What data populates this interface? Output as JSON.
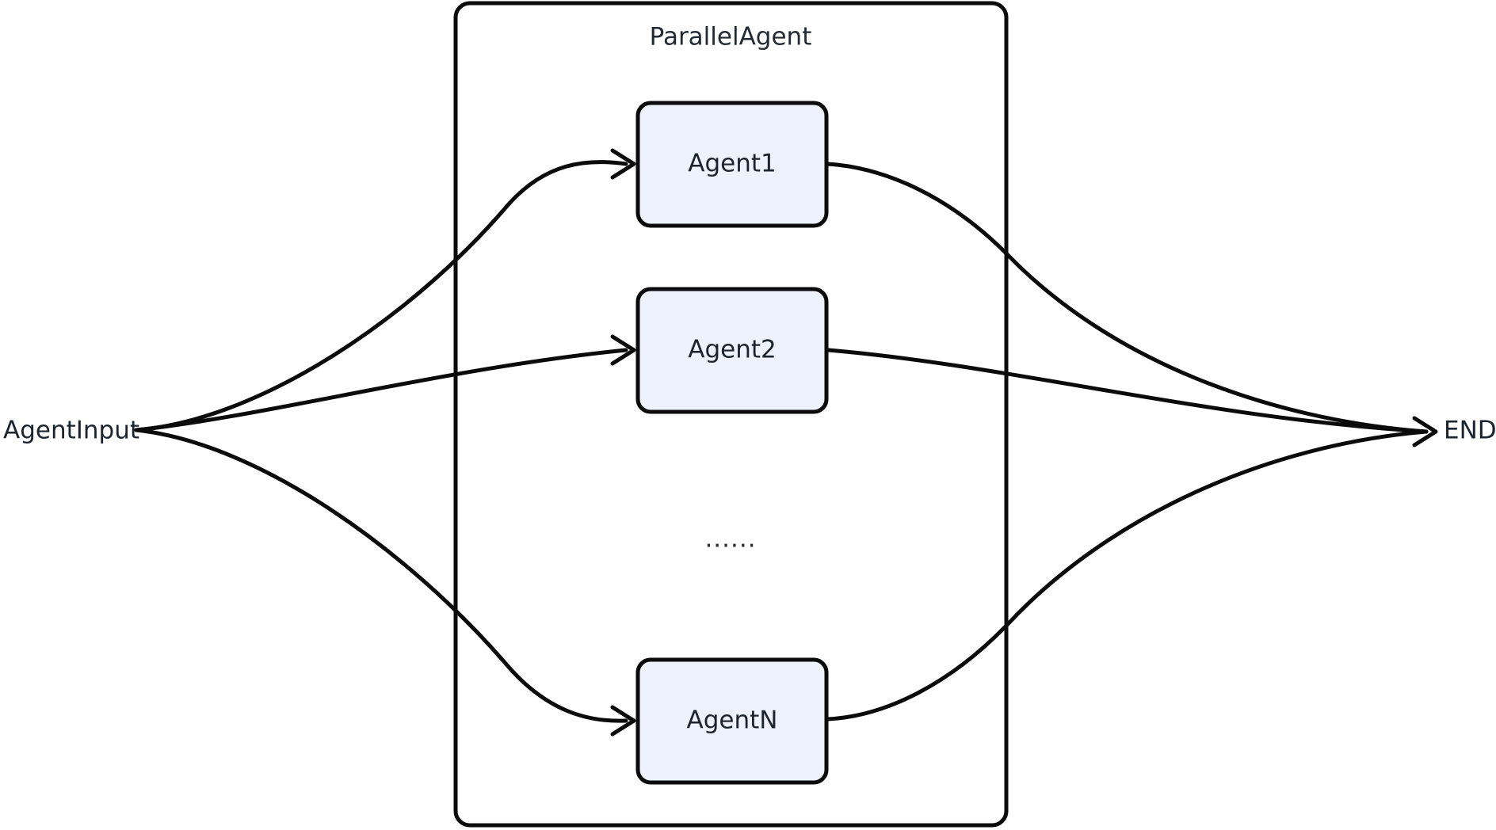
{
  "diagram": {
    "type": "flow-diagram",
    "title": "ParallelAgent",
    "background_color": "#ffffff",
    "stroke_color": "#0b0b0b",
    "node_fill_color": "#eef2fc",
    "text_color": "#1c2430",
    "container": {
      "label": "ParallelAgent",
      "shape": "rounded-rectangle"
    },
    "terminals": {
      "input_label": "AgentInput",
      "end_label": "END"
    },
    "ellipsis": "......",
    "agents": [
      {
        "label": "Agent1"
      },
      {
        "label": "Agent2"
      },
      {
        "label": "AgentN"
      }
    ],
    "edges": [
      {
        "from": "AgentInput",
        "to": "Agent1",
        "arrow": true
      },
      {
        "from": "AgentInput",
        "to": "Agent2",
        "arrow": true
      },
      {
        "from": "AgentInput",
        "to": "AgentN",
        "arrow": true
      },
      {
        "from": "Agent1",
        "to": "END",
        "arrow": true
      },
      {
        "from": "Agent2",
        "to": "END",
        "arrow": true
      },
      {
        "from": "AgentN",
        "to": "END",
        "arrow": true
      }
    ]
  }
}
